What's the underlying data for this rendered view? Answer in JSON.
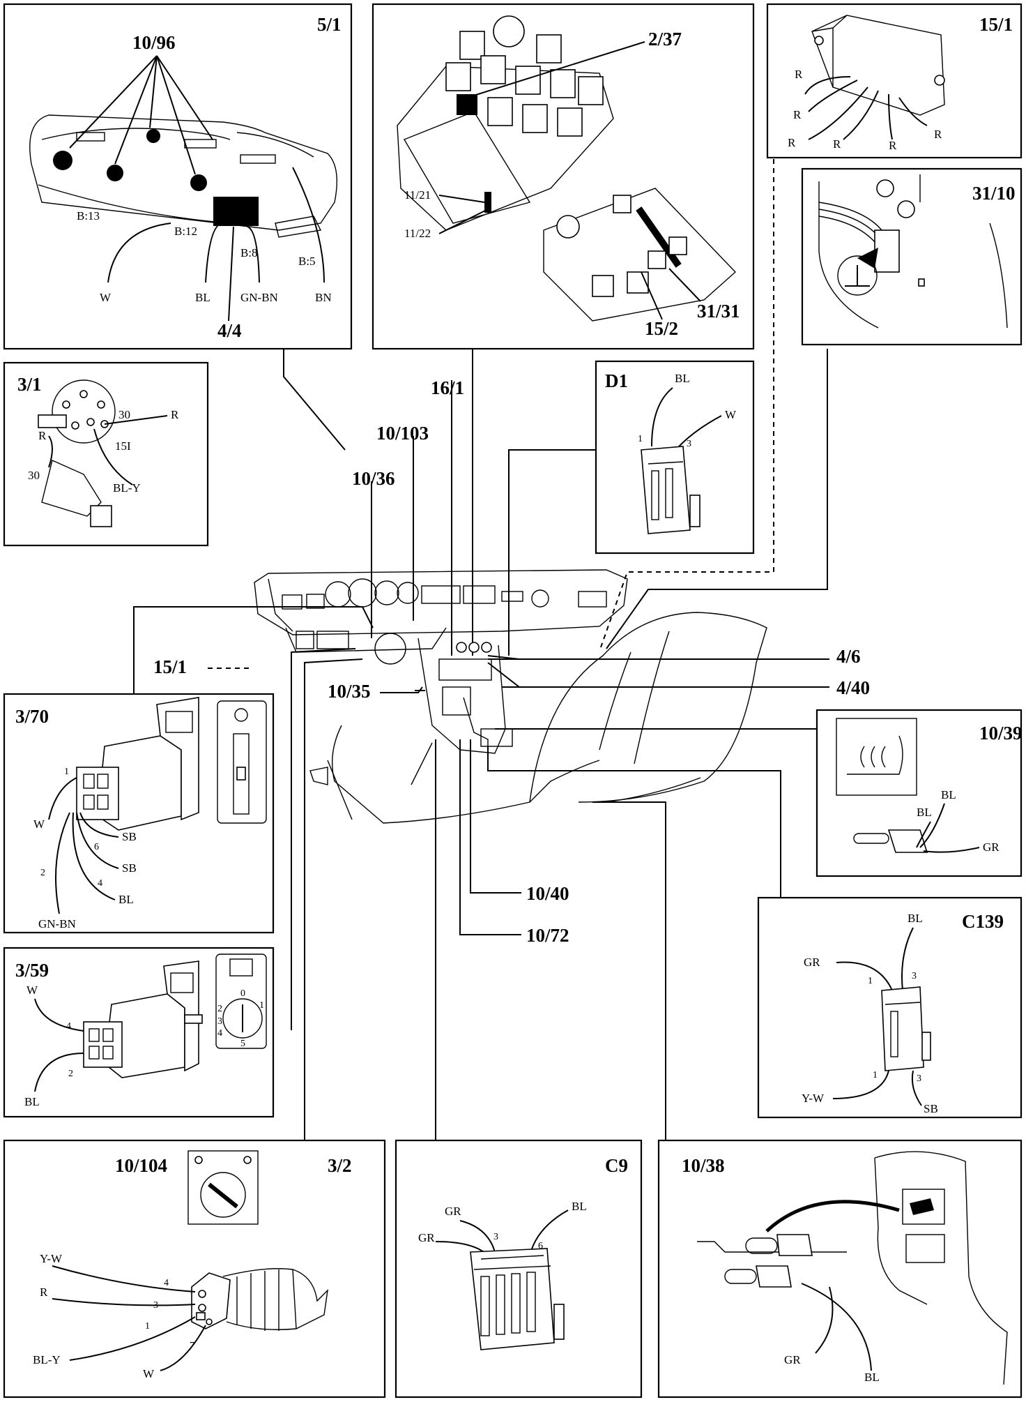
{
  "panels": {
    "p5_1": {
      "id": "5/1",
      "callout": "10/96",
      "bottom": "4/4",
      "b13": "B:13",
      "b12": "B:12",
      "b8": "B:8",
      "b5": "B:5",
      "w1": "W",
      "w2": "BL",
      "w3": "GN-BN",
      "w4": "BN"
    },
    "p2_37": {
      "id": "2/37",
      "l1": "11/21",
      "l2": "11/22",
      "s1": "15/2",
      "s2": "31/31"
    },
    "p15_1": {
      "id": "15/1",
      "r": "R"
    },
    "p31_10": {
      "id": "31/10"
    },
    "p3_1": {
      "id": "3/1",
      "t30a": "30",
      "t30b": "30",
      "t15": "15I",
      "w1": "R",
      "w2": "R",
      "w3": "BL-Y"
    },
    "pD1": {
      "id": "D1",
      "w1": "BL",
      "w2": "W",
      "p1": "1",
      "p3": "3"
    },
    "p3_70": {
      "id": "3/70",
      "p1": "1",
      "p2": "2",
      "p4": "4",
      "p6": "6",
      "w1": "W",
      "w2": "SB",
      "w3": "SB",
      "w4": "BL",
      "w5": "GN-BN"
    },
    "p10_39": {
      "id": "10/39",
      "w1": "BL",
      "w2": "BL",
      "w3": "GR"
    },
    "pC139": {
      "id": "C139",
      "p1": "1",
      "p3": "3",
      "p1b": "1",
      "p3b": "3",
      "w1": "GR",
      "w2": "BL",
      "w3": "Y-W",
      "w4": "SB"
    },
    "p3_59": {
      "id": "3/59",
      "p2": "2",
      "p4": "4",
      "w1": "W",
      "w2": "BL",
      "k0": "0",
      "k1": "1",
      "k2": "2",
      "k3": "3",
      "k4": "4",
      "k5": "5"
    },
    "p3_2": {
      "id": "3/2",
      "sub": "10/104",
      "p1": "1",
      "p3": "3",
      "p4": "4",
      "p7": "7",
      "w1": "Y-W",
      "w2": "R",
      "w3": "BL-Y",
      "w4": "W"
    },
    "pC9": {
      "id": "C9",
      "p3": "3",
      "p6": "6",
      "w1": "GR",
      "w2": "GR",
      "w3": "BL"
    },
    "p10_38": {
      "id": "10/38",
      "w1": "GR",
      "w2": "BL"
    }
  },
  "callouts": {
    "c16_1": "16/1",
    "c10_103": "10/103",
    "c10_36": "10/36",
    "c15_1": "15/1",
    "c10_35": "10/35",
    "c4_6": "4/6",
    "c4_40": "4/40",
    "c10_40": "10/40",
    "c10_72": "10/72"
  }
}
